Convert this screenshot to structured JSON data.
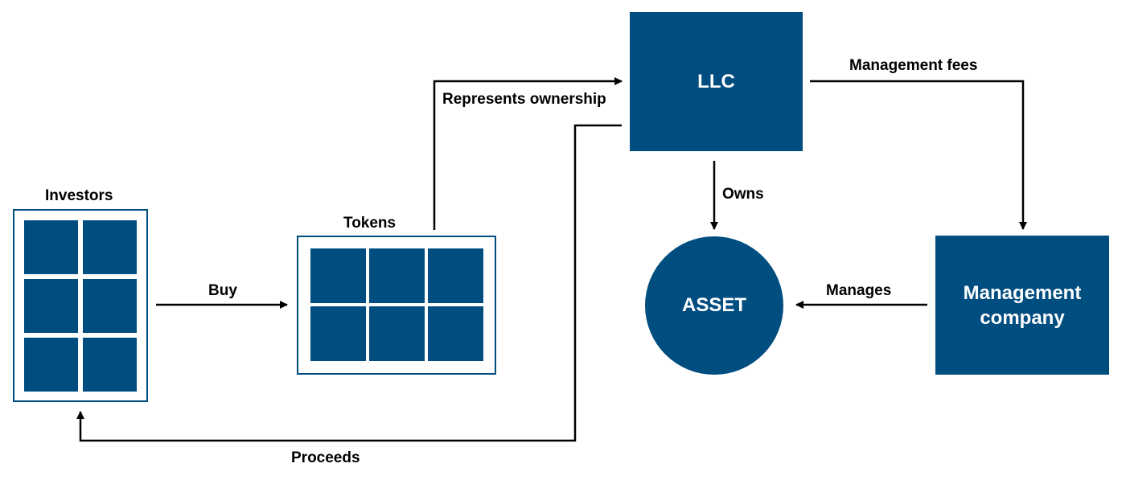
{
  "nodes": {
    "llc": "LLC",
    "asset": "ASSET",
    "management_company": "Management company",
    "investors": "Investors",
    "tokens": "Tokens"
  },
  "edges": {
    "buy": "Buy",
    "represents_ownership": "Represents ownership",
    "management_fees": "Management fees",
    "owns": "Owns",
    "manages": "Manages",
    "proceeds": "Proceeds"
  },
  "colors": {
    "primary": "#004d80",
    "line": "#000000"
  }
}
